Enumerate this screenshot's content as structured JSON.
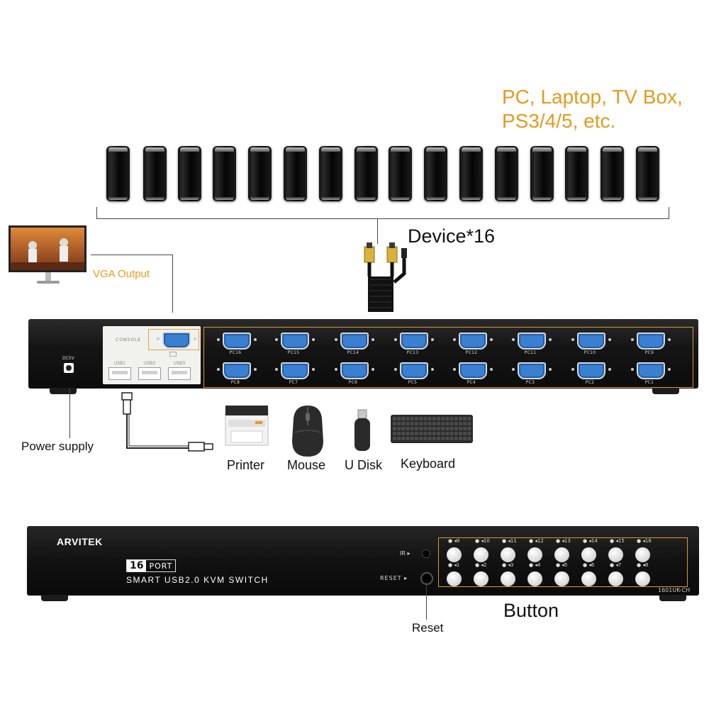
{
  "header_text": {
    "line1": "PC, Laptop, TV Box,",
    "line2": "PS3/4/5, etc."
  },
  "devices_label": "Device*16",
  "vga_output_label": "VGA Output",
  "rear_panel": {
    "dc_label": "DC5V",
    "console_label": "CONSOLE",
    "usb_labels": [
      "USB1",
      "USB2",
      "USB3"
    ],
    "top_row_ports": [
      "PC16",
      "PC15",
      "PC14",
      "PC13",
      "PC12",
      "PC11",
      "PC10",
      "PC9"
    ],
    "bottom_row_ports": [
      "PC8",
      "PC7",
      "PC6",
      "PC5",
      "PC4",
      "PC3",
      "PC2",
      "PC1"
    ]
  },
  "peripherals": [
    "Printer",
    "Mouse",
    "U Disk",
    "Keyboard"
  ],
  "power_supply_label": "Power supply",
  "front_panel": {
    "brand": "ARVITEK",
    "port_number": "16",
    "port_word": "PORT",
    "subtitle": "SMART USB2.0 KVM SWITCH",
    "ir_label": "IR",
    "reset_label": "RESET",
    "model": "1601UK-CH",
    "top_buttons": [
      "9",
      "10",
      "11",
      "12",
      "13",
      "14",
      "15",
      "16"
    ],
    "bottom_buttons": [
      "1",
      "2",
      "3",
      "4",
      "5",
      "6",
      "7",
      "8"
    ]
  },
  "button_caption": "Button",
  "reset_caption": "Reset",
  "colors": {
    "accent_orange": "#e39a1e",
    "vga_blue": "#3a7fd0",
    "chassis": "#151515"
  }
}
